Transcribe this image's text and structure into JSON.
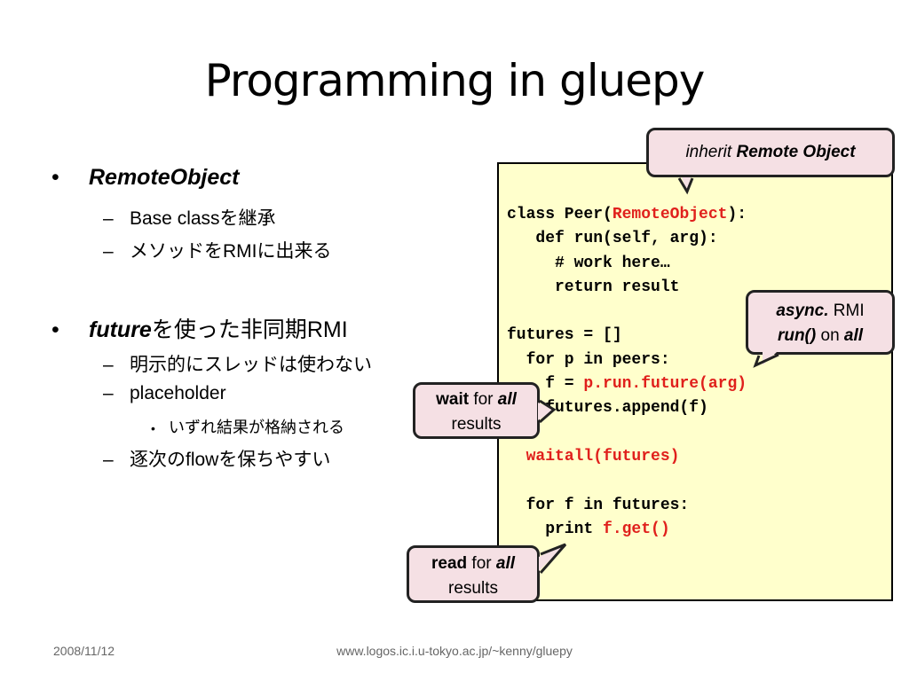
{
  "slide": {
    "title": "Programming in gluepy",
    "footer_date": "2008/11/12",
    "footer_url": "www.logos.ic.i.u-tokyo.ac.jp/~kenny/gluepy"
  },
  "bullets": {
    "remote_object": "RemoteObject",
    "sub1": "Base classを継承",
    "sub2": "メソッドをRMIに出来る",
    "future_em": "future",
    "future_rest": "を使った非同期RMI",
    "sub3": "明示的にスレッドは使わない",
    "sub4": "placeholder",
    "sub4a": "いずれ結果が格納される",
    "sub5": "逐次のflowを保ちやすい",
    "bullet_char": "•",
    "dash_char": "–"
  },
  "code": {
    "l1a": "class Peer(",
    "l1b": "RemoteObject",
    "l1c": "):",
    "l2": "   def run(self, arg):",
    "l3": "     # work here…",
    "l4": "     return result",
    "l6": "futures = []",
    "l7": "  for p in peers:",
    "l8a": "    f = ",
    "l8b": "p.run.future(arg)",
    "l9": "    futures.append(f)",
    "l11": "waitall(futures)",
    "l13": "  for f in futures:",
    "l14a": "    print ",
    "l14b": "f.get()"
  },
  "callouts": {
    "inherit_plain": "inherit ",
    "inherit_bold": "Remote Object",
    "async_bold": "async.",
    "async_rmi": " RMI",
    "async_run": "run()",
    "async_on": " on ",
    "async_all": "all",
    "wait_bold": "wait",
    "wait_for": " for ",
    "wait_all": "all",
    "wait_results": "results",
    "read_bold": "read",
    "read_for": " for ",
    "read_all": "all",
    "read_results": "results"
  },
  "colors": {
    "code_bg": "#ffffcc",
    "callout_bg": "#f5e0e4",
    "highlight": "#e0201c"
  }
}
